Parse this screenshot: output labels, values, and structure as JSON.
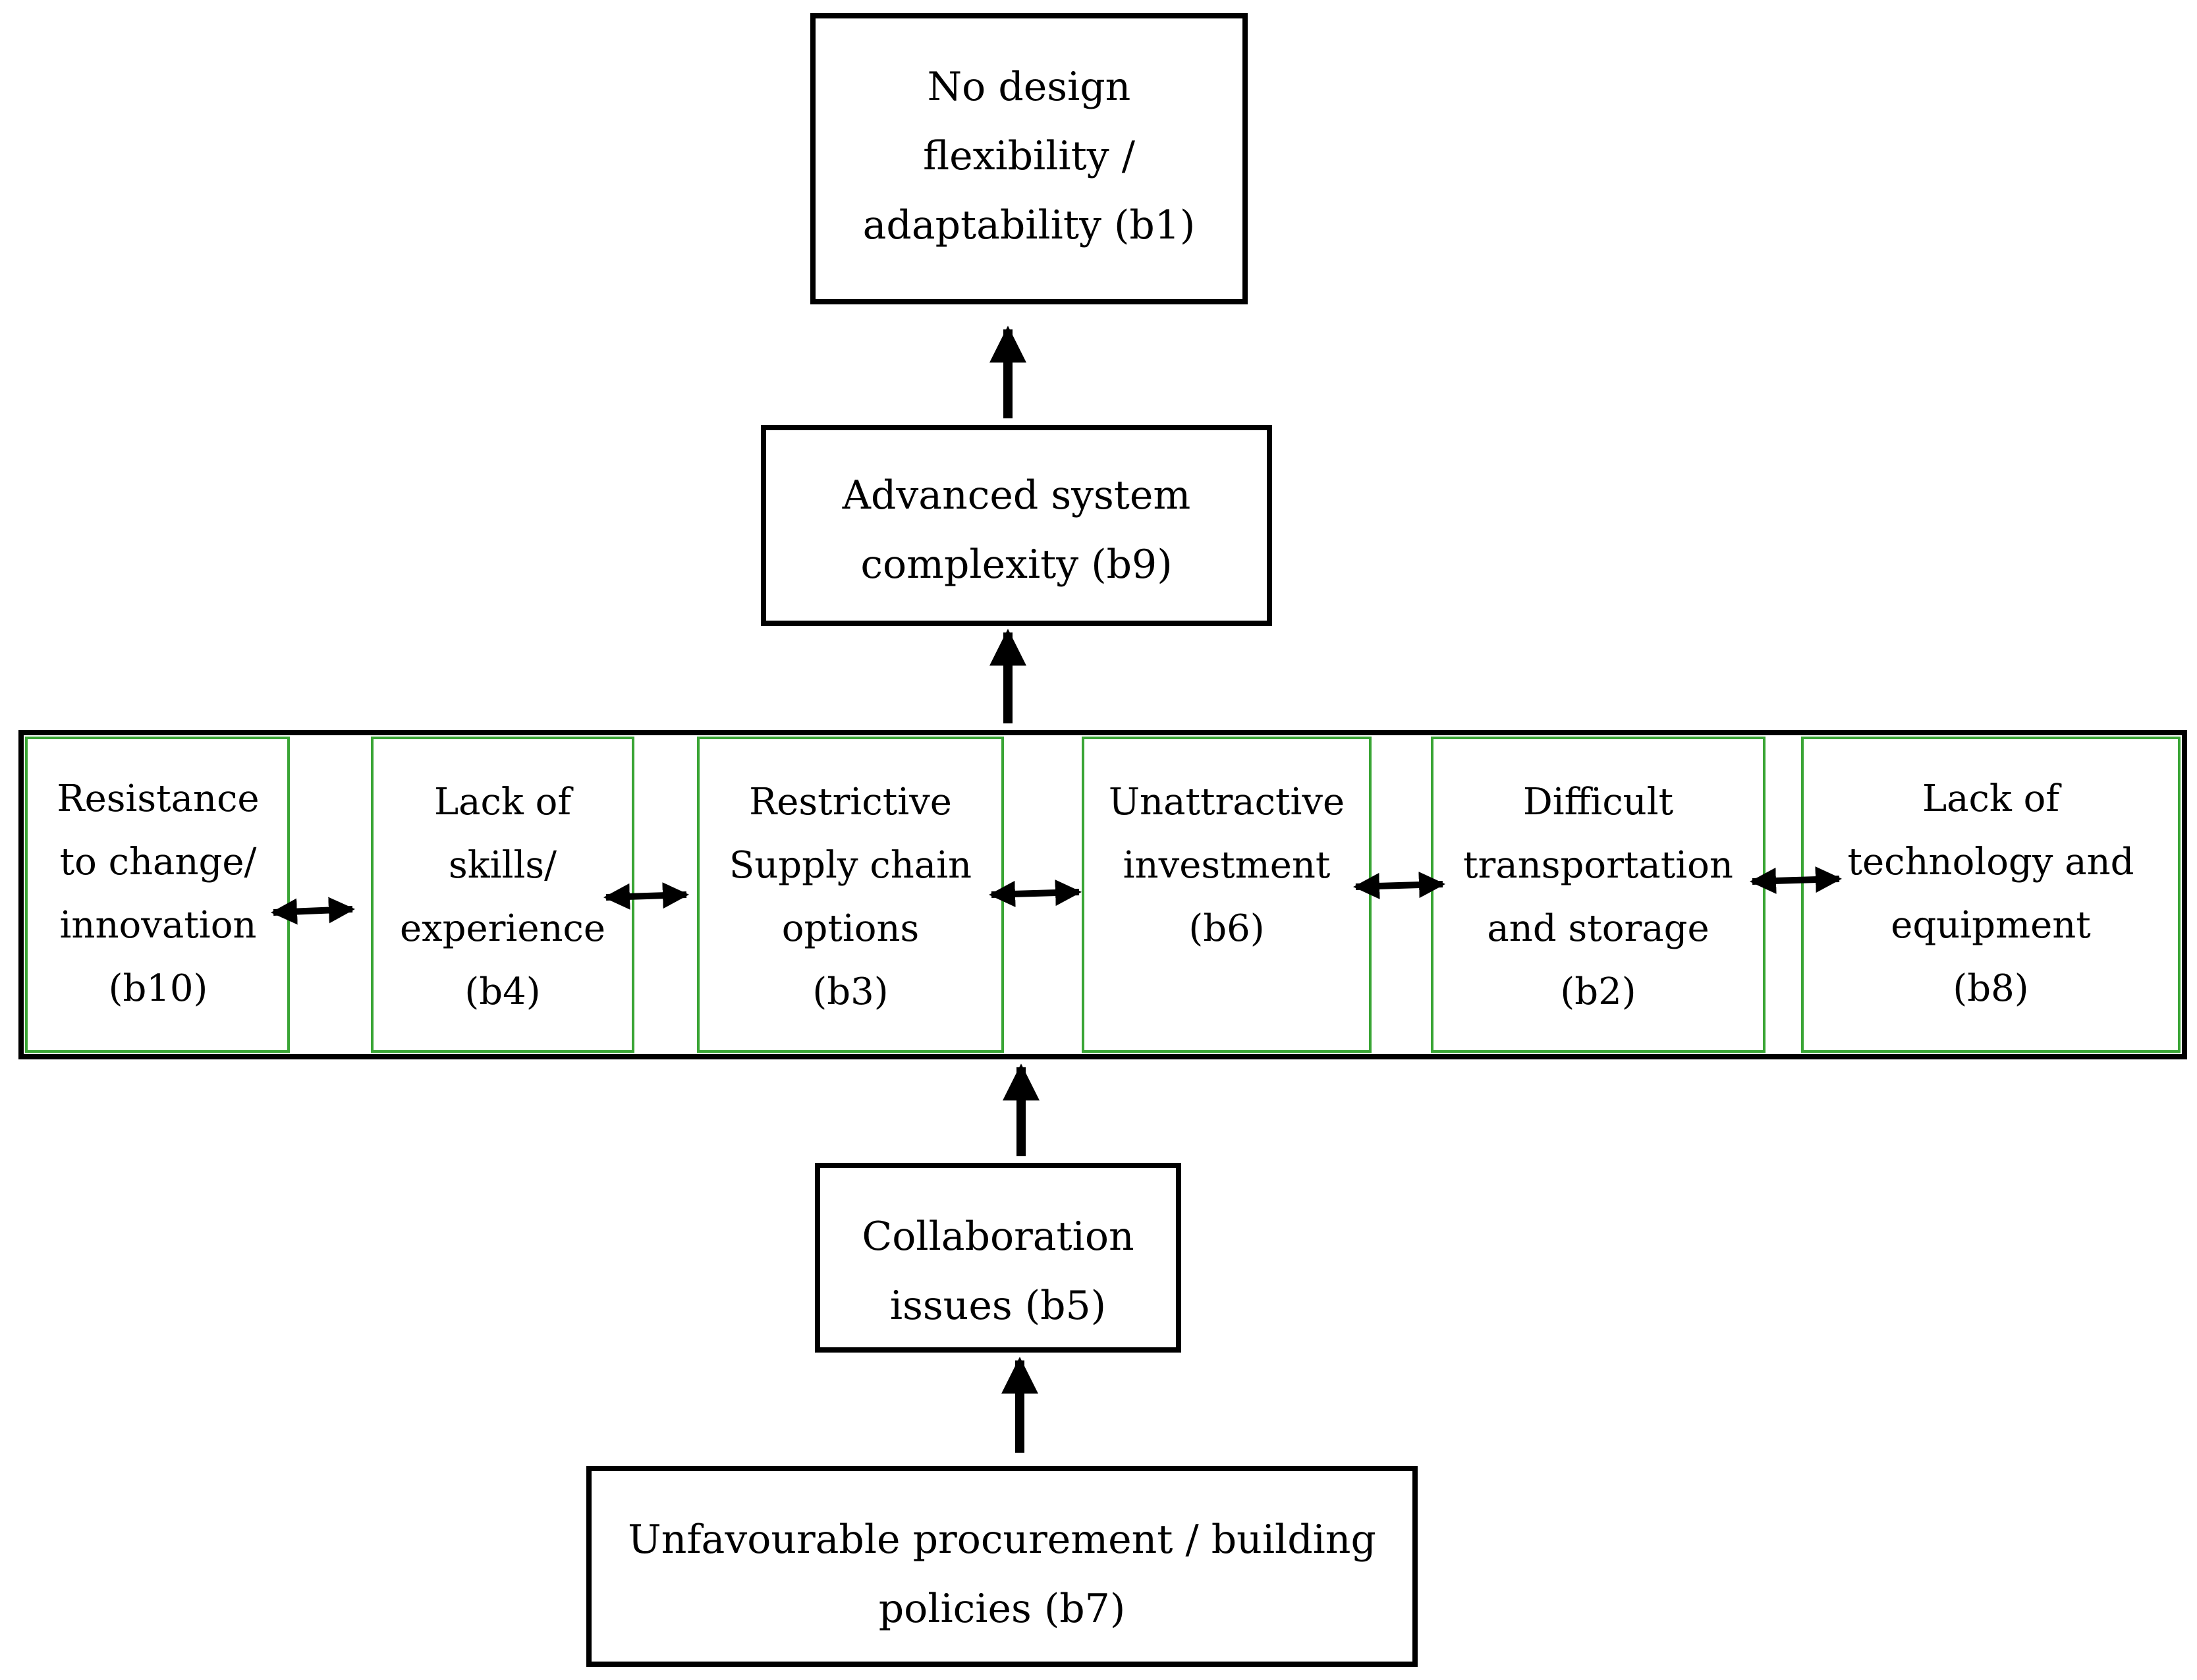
{
  "nodes": {
    "b1": {
      "lines": [
        "No design",
        "flexibility /",
        "adaptability (b1)"
      ]
    },
    "b9": {
      "lines": [
        "Advanced system",
        "complexity (b9)"
      ]
    },
    "b10": {
      "lines": [
        "Resistance",
        "to change/",
        "innovation",
        "(b10)"
      ]
    },
    "b4": {
      "lines": [
        "Lack of",
        "skills/",
        "experience",
        "(b4)"
      ]
    },
    "b3": {
      "lines": [
        "Restrictive",
        "Supply chain",
        "options",
        "(b3)"
      ]
    },
    "b6": {
      "lines": [
        "Unattractive",
        "investment",
        "(b6)"
      ]
    },
    "b2": {
      "lines": [
        "Difficult",
        "transportation",
        "and storage",
        "(b2)"
      ]
    },
    "b8": {
      "lines": [
        "Lack of",
        "technology and",
        "equipment",
        "(b8)"
      ]
    },
    "b5": {
      "lines": [
        "Collaboration",
        "issues (b5)"
      ]
    },
    "b7": {
      "lines": [
        "Unfavourable procurement / building",
        "policies (b7)"
      ]
    }
  },
  "colors": {
    "border": "#000000",
    "group_border": "#3aa535",
    "arrow": "#000000"
  }
}
